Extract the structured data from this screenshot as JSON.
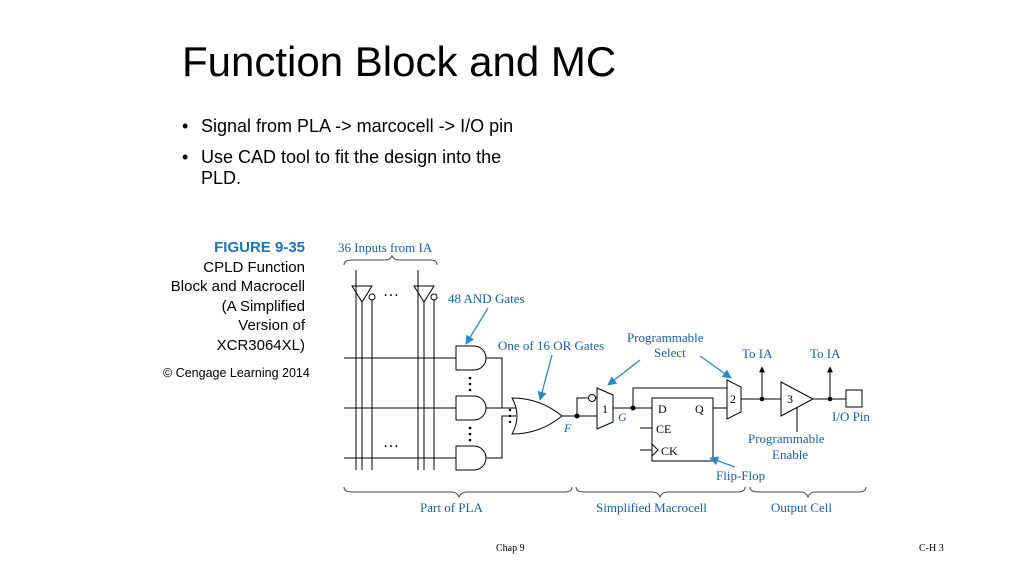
{
  "title": "Function Block and MC",
  "bullets": [
    "Signal from PLA -> marcocell -> I/O pin",
    "Use CAD tool to fit the design into the PLD."
  ],
  "figure": {
    "number": "FIGURE 9-35",
    "caption_lines": [
      "CPLD Function",
      "Block and Macrocell",
      "(A Simplified",
      "Version of",
      "XCR3064XL)"
    ],
    "copyright": "© Cengage Learning 2014"
  },
  "diagram": {
    "inputs_label": "36 Inputs from IA",
    "and_gates_label": "48 AND Gates",
    "or_gates_label": "One of 16 OR Gates",
    "prog_select_line1": "Programmable",
    "prog_select_line2": "Select",
    "to_ia_1": "To IA",
    "to_ia_2": "To IA",
    "mux1_label": "1",
    "mux2_label": "2",
    "buffer_label": "3",
    "g_label": "G",
    "f_label": "F",
    "ff_d": "D",
    "ff_q": "Q",
    "ff_ce": "CE",
    "ff_ck": "CK",
    "io_pin_label": "I/O Pin",
    "prog_enable_line1": "Programmable",
    "prog_enable_line2": "Enable",
    "flipflop_label": "Flip-Flop",
    "ellipsis": "…",
    "part_pla": "Part of PLA",
    "simplified_macrocell": "Simplified Macrocell",
    "output_cell": "Output Cell"
  },
  "footer": {
    "center": "Chap 9",
    "right": "C-H 3"
  },
  "colors": {
    "diagram_text": "#1a5fa8",
    "arrow_line": "#2a8ac8",
    "figure_number": "#1a75c0"
  }
}
